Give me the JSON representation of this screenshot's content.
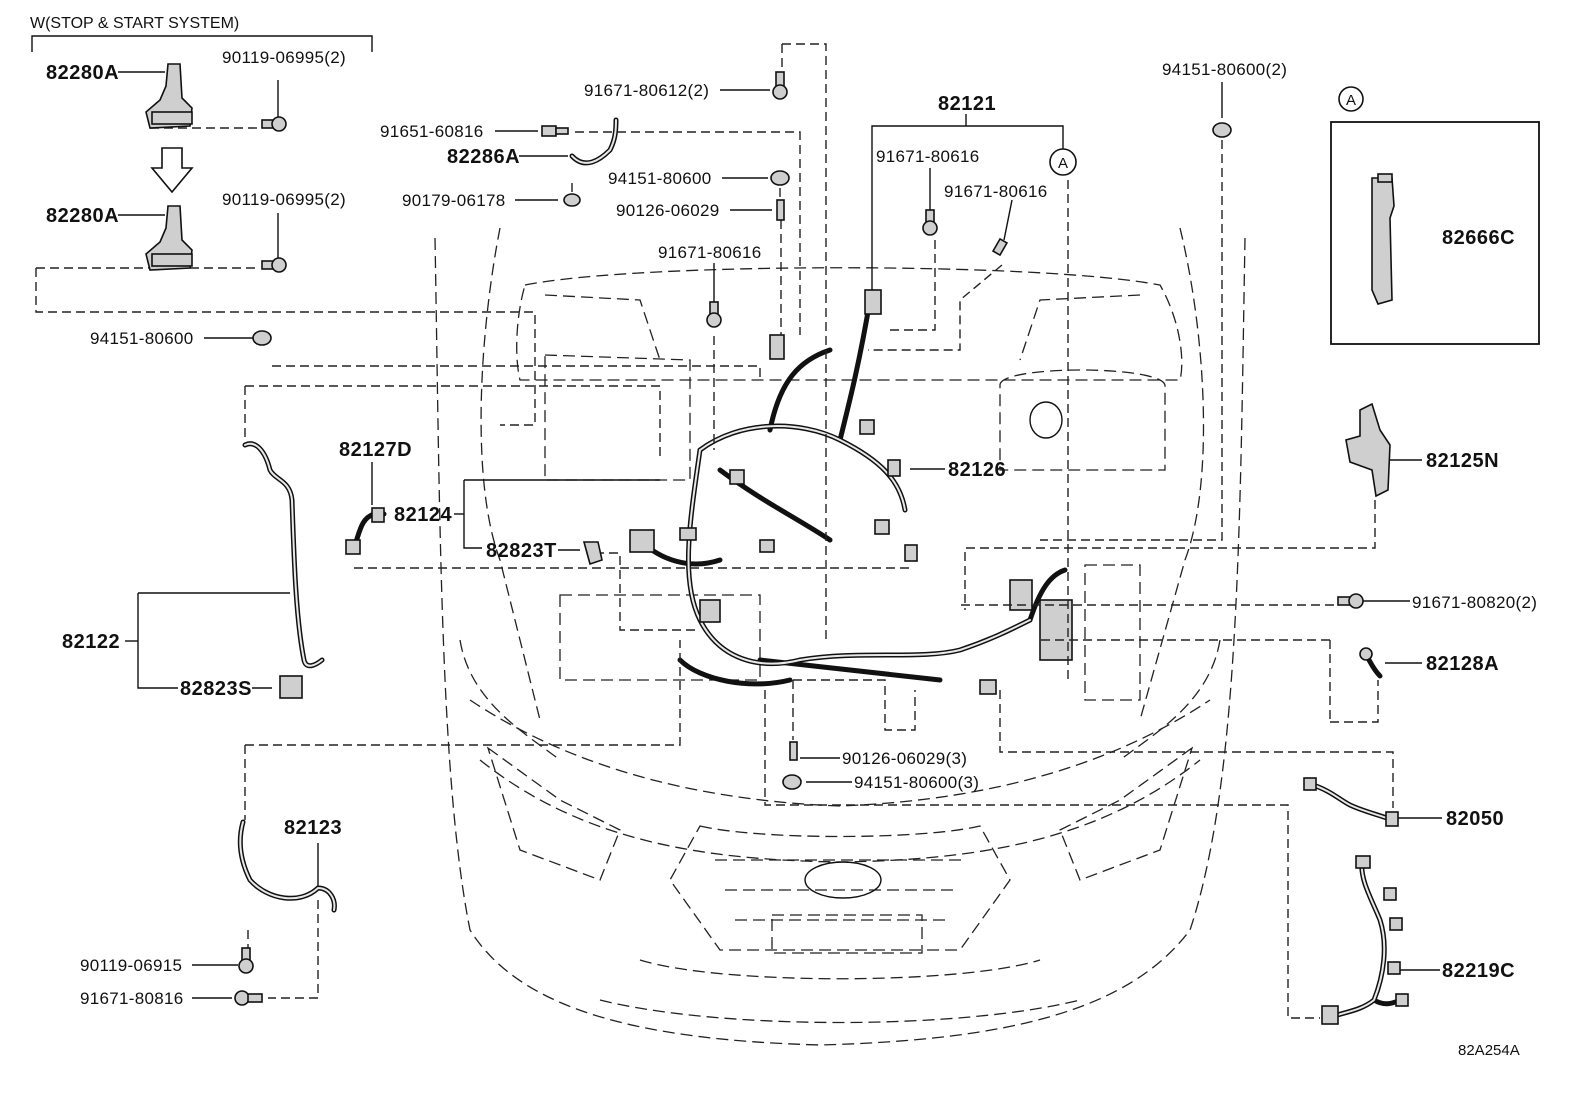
{
  "header": {
    "stop_start_note": "W(STOP & START SYSTEM)",
    "circle_a_label": "A",
    "figure_code": "82A254A"
  },
  "callouts": {
    "p82280A_top": "82280A",
    "p90119_06995_top": "90119-06995(2)",
    "p82280A_bottom": "82280A",
    "p90119_06995_bottom": "90119-06995(2)",
    "p94151_80600_left": "94151-80600",
    "p91651_60816": "91651-60816",
    "p82286A": "82286A",
    "p90179_06178": "90179-06178",
    "p91671_80612": "91671-80612(2)",
    "p94151_80600_mid": "94151-80600",
    "p90126_06029_mid": "90126-06029",
    "p91671_80616_left": "91671-80616",
    "p82121": "82121",
    "p91671_80616_a": "91671-80616",
    "p91671_80616_b": "91671-80616",
    "p94151_80600_2": "94151-80600(2)",
    "p82666C": "82666C",
    "p82125N": "82125N",
    "p82126": "82126",
    "p82127D": "82127D",
    "p82124": "82124",
    "p82823T": "82823T",
    "p82122": "82122",
    "p82823S": "82823S",
    "p91671_80820": "91671-80820(2)",
    "p82128A": "82128A",
    "p90126_06029_3": "90126-06029(3)",
    "p94151_80600_3": "94151-80600(3)",
    "p82050": "82050",
    "p82123": "82123",
    "p82219C": "82219C",
    "p90119_06915": "90119-06915",
    "p91671_80816": "91671-80816"
  }
}
